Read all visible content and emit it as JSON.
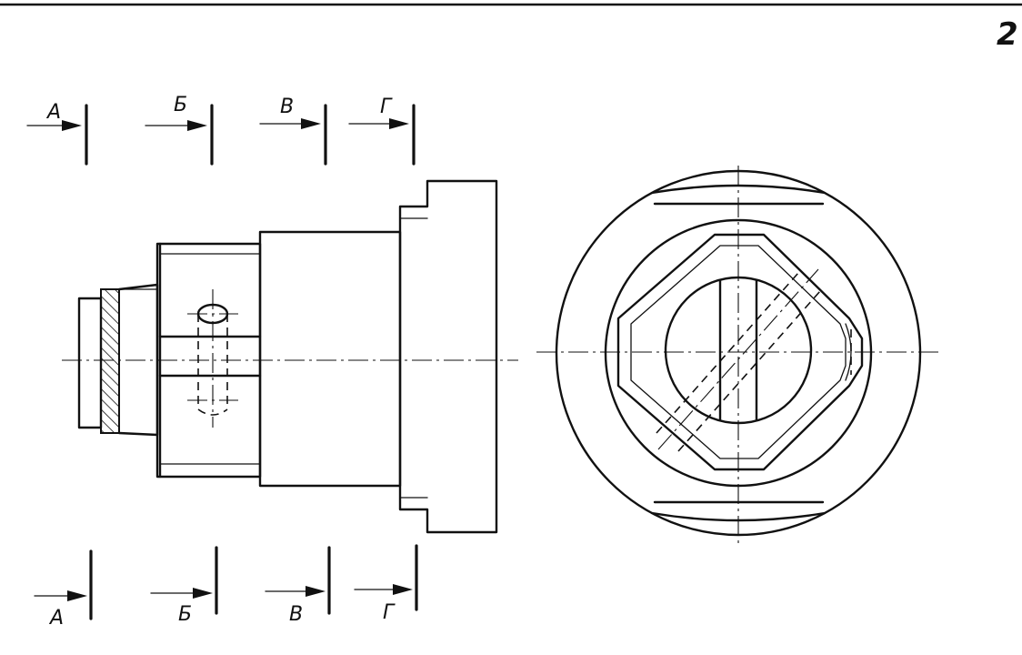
{
  "sheet_number": "2",
  "section_markers": {
    "top": [
      "А",
      "Б",
      "В",
      "Г"
    ],
    "bottom": [
      "А",
      "Б",
      "В",
      "Г"
    ]
  }
}
